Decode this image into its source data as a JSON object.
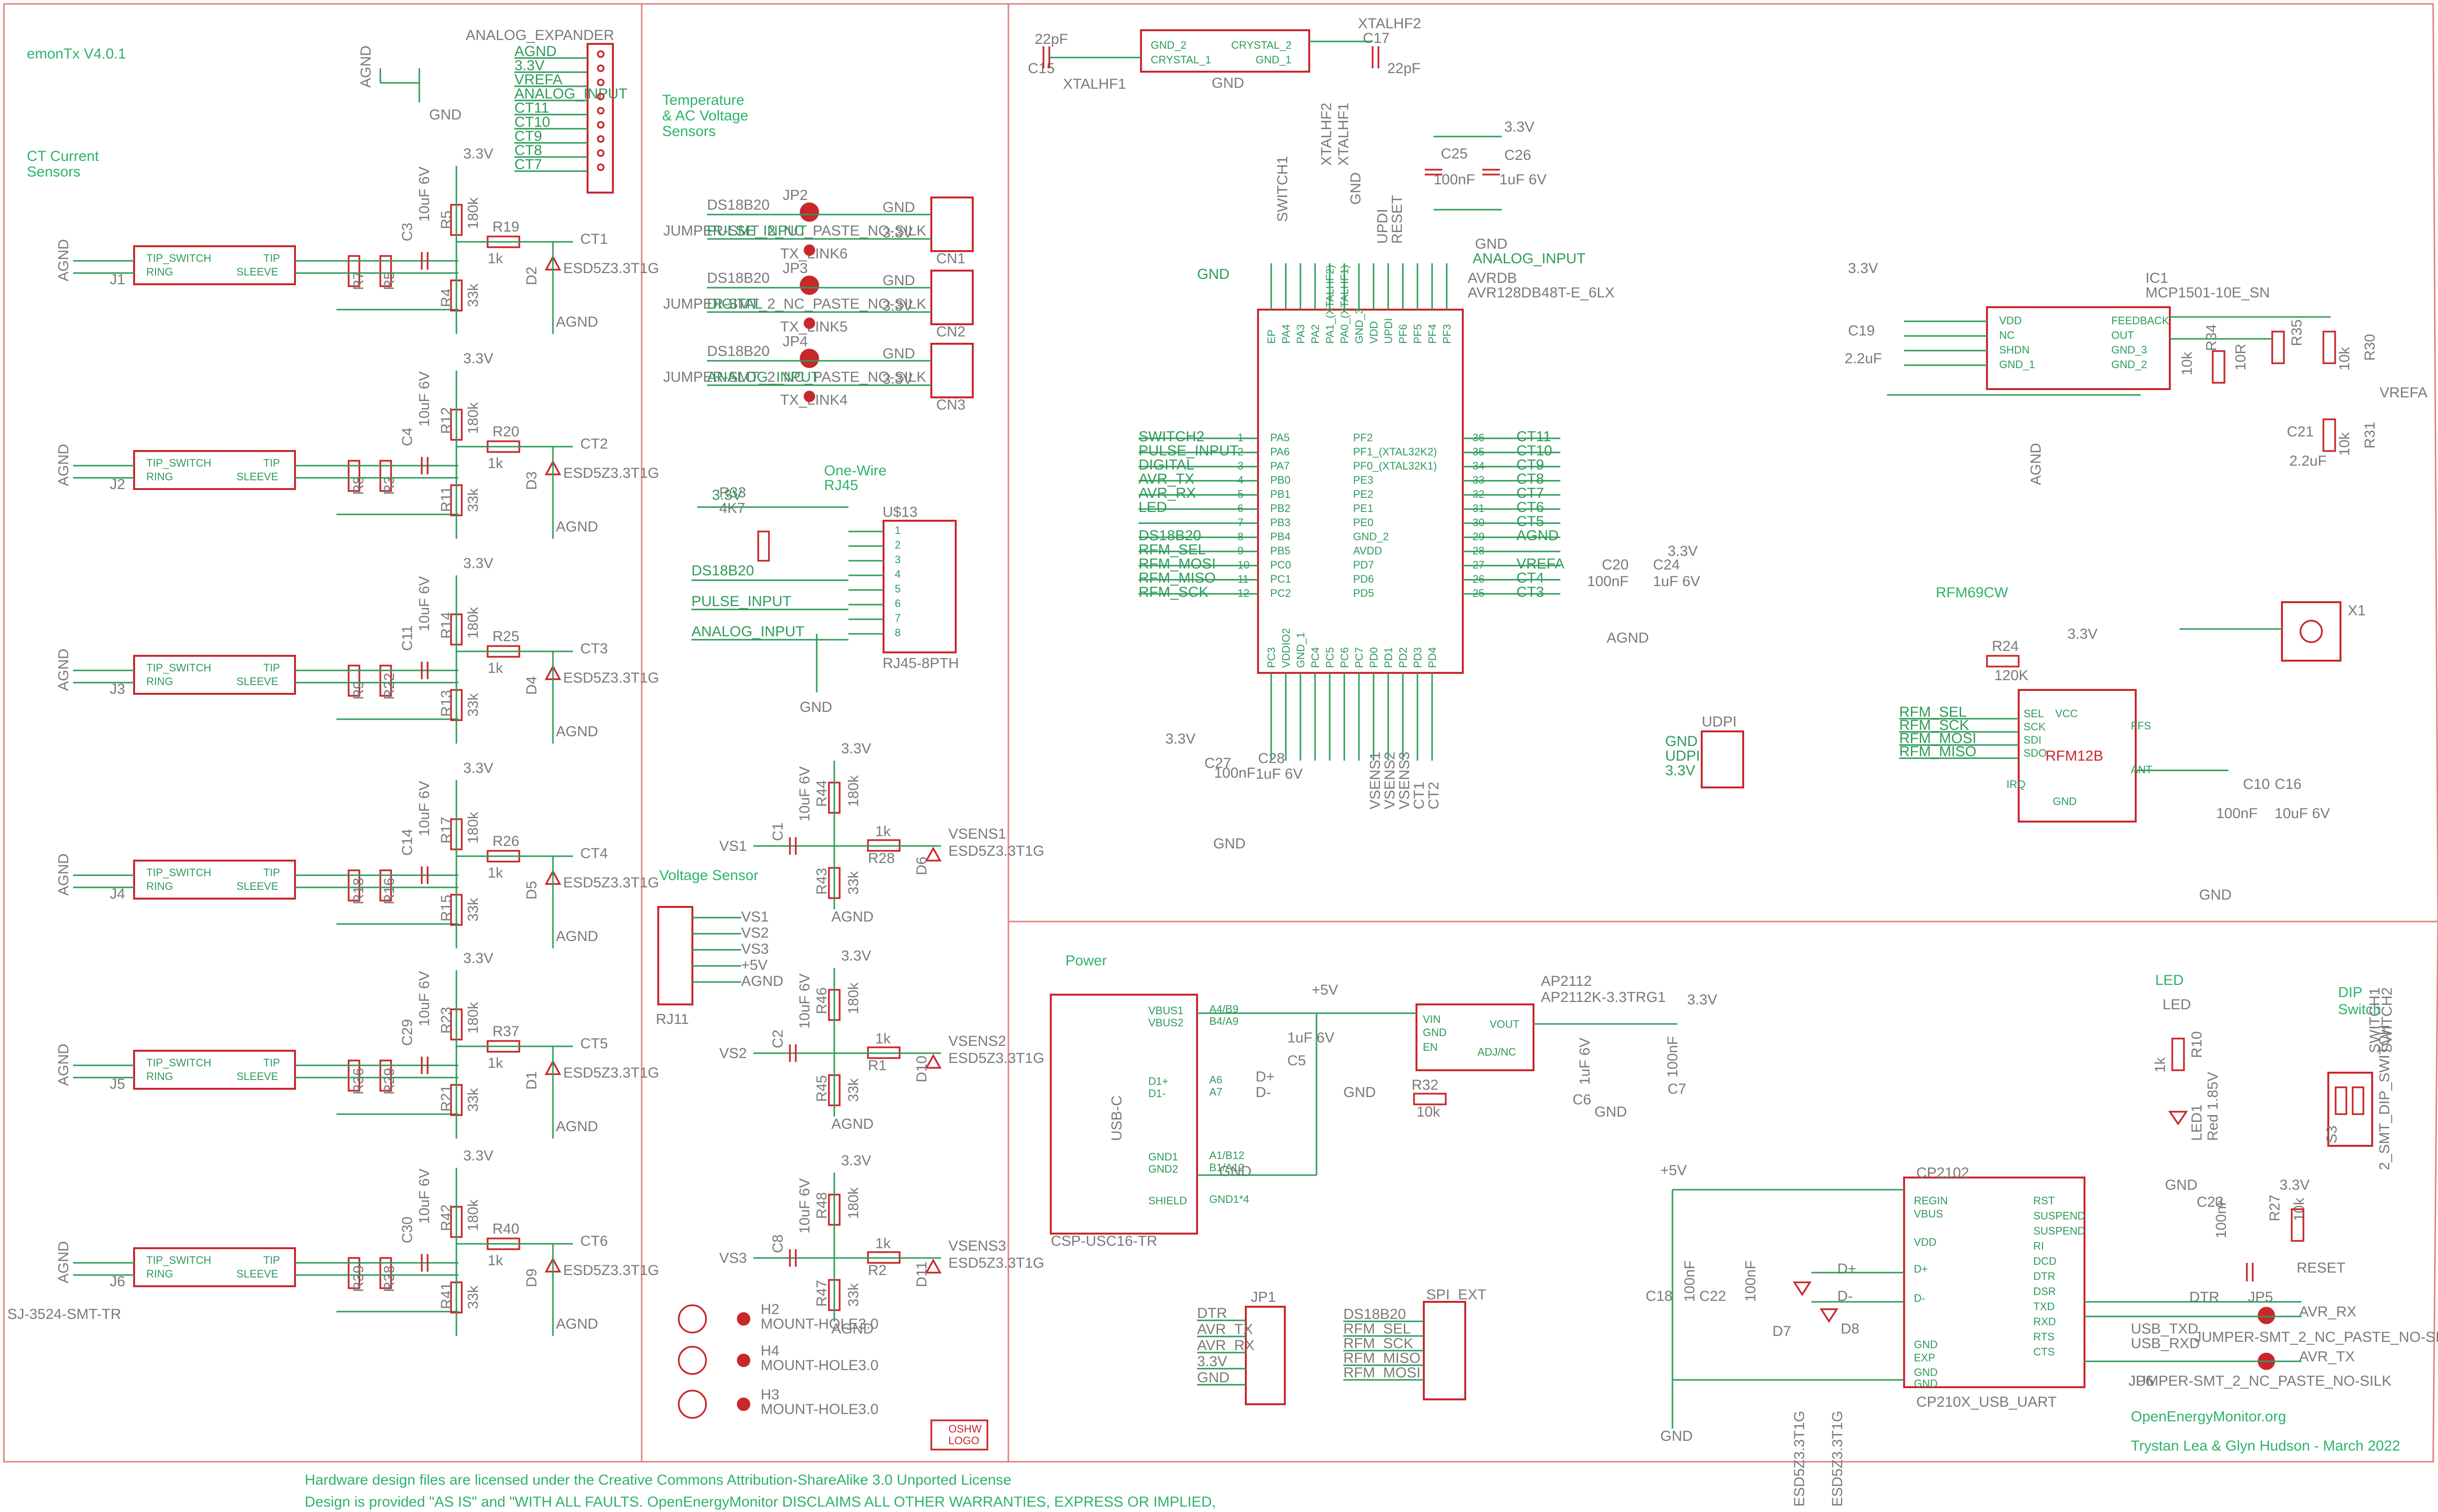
{
  "header": {
    "version": "emonTx V4.0.1",
    "credits": "Trystan Lea & Glyn Hudson  -  March 2022",
    "website": "OpenEnergyMonitor.org"
  },
  "license": {
    "line1": "Hardware design files are licensed under the Creative Commons Attribution-ShareAlike 3.0 Unported License",
    "line2": "Design is provided \"AS IS\" and \"WITH ALL FAULTS. OpenEnergyMonitor DISCLAIMS ALL OTHER WARRANTIES, EXPRESS OR IMPLIED,"
  },
  "sections": {
    "ct": "CT Current Sensors",
    "ct_l1": "CT Current",
    "ct_l2": "Sensors",
    "temp_l1": "Temperature",
    "temp_l2": "& AC Voltage",
    "temp_l3": "Sensors",
    "onewire_l1": "One-Wire",
    "onewire_l2": "RJ45",
    "voltage": "Voltage Sensor",
    "power": "Power",
    "led": "LED",
    "dip_l1": "DIP",
    "dip_l2": "Switch",
    "rfm": "RFM69CW"
  },
  "analog_expander": {
    "title": "ANALOG_EXPANDER",
    "pins": [
      "AGND",
      "3.3V",
      "VREFA",
      "ANALOG_INPUT",
      "CT11",
      "CT10",
      "CT9",
      "CT8",
      "CT7"
    ]
  },
  "ct_channels": [
    {
      "jack": "J1",
      "cap": "C3",
      "cap_val": "10uF 6V",
      "r_top": "R5",
      "r_top_val": "180k",
      "r_bot": "R4",
      "r_bot_val": "33k",
      "r_burden": "R7",
      "r_burden2": "R5",
      "r_series": "R19",
      "r_series_val": "1k",
      "diode": "D2",
      "net": "CT1",
      "gnd": "AGND"
    },
    {
      "jack": "J2",
      "cap": "C4",
      "cap_val": "10uF 6V",
      "r_top": "R12",
      "r_top_val": "180k",
      "r_bot": "R11",
      "r_bot_val": "33k",
      "r_burden": "R8",
      "r_burden2": "R3",
      "r_series": "R20",
      "r_series_val": "1k",
      "diode": "D3",
      "net": "CT2",
      "gnd": "AGND"
    },
    {
      "jack": "J3",
      "cap": "C11",
      "cap_val": "10uF 6V",
      "r_top": "R14",
      "r_top_val": "180k",
      "r_bot": "R13",
      "r_bot_val": "33k",
      "r_burden": "R9",
      "r_burden2": "R22",
      "r_series": "R25",
      "r_series_val": "1k",
      "diode": "D4",
      "net": "CT3",
      "gnd": "AGND"
    },
    {
      "jack": "J4",
      "cap": "C14",
      "cap_val": "10uF 6V",
      "r_top": "R17",
      "r_top_val": "180k",
      "r_bot": "R15",
      "r_bot_val": "33k",
      "r_burden": "R18",
      "r_burden2": "R16",
      "r_series": "R26",
      "r_series_val": "1k",
      "diode": "D5",
      "net": "CT4",
      "gnd": "AGND"
    },
    {
      "jack": "J5",
      "cap": "C29",
      "cap_val": "10uF 6V",
      "r_top": "R23",
      "r_top_val": "180k",
      "r_bot": "R21",
      "r_bot_val": "33k",
      "r_burden": "R36",
      "r_burden2": "R29",
      "r_series": "R37",
      "r_series_val": "1k",
      "diode": "D1",
      "net": "CT5",
      "gnd": "AGND"
    },
    {
      "jack": "J6",
      "cap": "C30",
      "cap_val": "10uF 6V",
      "r_top": "R42",
      "r_top_val": "180k",
      "r_bot": "R41",
      "r_bot_val": "33k",
      "r_burden": "R39",
      "r_burden2": "R38",
      "r_series": "R40",
      "r_series_val": "1k",
      "diode": "D9",
      "net": "CT6",
      "gnd": "AGND"
    }
  ],
  "ct_common": {
    "tvs": "ESD5Z3.3T1G",
    "jack_pins": [
      "TIP_SWITCH",
      "TIP",
      "RING",
      "SLEEVE"
    ],
    "jack_part": "SJ-3524-SMT-TR",
    "vcc": "3.3V",
    "agnd": "AGND",
    "gnd": "GND"
  },
  "temp_sensors": [
    {
      "jp": "JP2",
      "net": "DS18B20",
      "jumper": "JUMPER-SMT_2_NC_PASTE_NO-SILK",
      "func": "PULSE_INPUT",
      "link": "TX_LINK6",
      "conn": "CN1",
      "pins": [
        "GND",
        "3.3V"
      ]
    },
    {
      "jp": "JP3",
      "net": "DS18B20",
      "jumper": "JUMPER-SMT_2_NC_PASTE_NO-SILK",
      "func": "DIGITAL",
      "link": "TX_LINK5",
      "conn": "CN2",
      "pins": [
        "GND",
        "3.3V"
      ]
    },
    {
      "jp": "JP4",
      "net": "DS18B20",
      "jumper": "JUMPER-SMT_2_NC_PASTE_NO-SILK",
      "func": "ANALOG_INPUT",
      "link": "TX_LINK4",
      "conn": "CN3",
      "pins": [
        "GND",
        "3.3V"
      ]
    }
  ],
  "rj45": {
    "ref": "U$13",
    "part": "RJ45-8PTH",
    "resistor": "R33",
    "resistor_val": "4K7",
    "vcc": "3.3V",
    "gnd": "GND",
    "nets": [
      "DS18B20",
      "PULSE_INPUT",
      "ANALOG_INPUT"
    ],
    "pins": [
      "1",
      "2",
      "3",
      "4",
      "5",
      "6",
      "7",
      "8"
    ]
  },
  "voltage_sensor": {
    "conn": "RJ11",
    "pins": [
      "VS1",
      "VS2",
      "VS3",
      "+5V",
      "AGND"
    ],
    "channels": [
      {
        "in": "VS1",
        "cap": "C1",
        "cap_val": "10uF 6V",
        "r_top": "R44",
        "r_top_val": "180k",
        "r_bot": "R43",
        "r_bot_val": "33k",
        "r_series": "R28",
        "r_series_val": "1k",
        "diode": "D6",
        "net": "VSENS1"
      },
      {
        "in": "VS2",
        "cap": "C2",
        "cap_val": "10uF 6V",
        "r_top": "R46",
        "r_top_val": "180k",
        "r_bot": "R45",
        "r_bot_val": "33k",
        "r_series": "R1",
        "r_series_val": "1k",
        "diode": "D10",
        "net": "VSENS2"
      },
      {
        "in": "VS3",
        "cap": "C8",
        "cap_val": "10uF 6V",
        "r_top": "R48",
        "r_top_val": "180k",
        "r_bot": "R47",
        "r_bot_val": "33k",
        "r_series": "R2",
        "r_series_val": "1k",
        "diode": "D11",
        "net": "VSENS3"
      }
    ],
    "tvs": "ESD5Z3.3T1G",
    "vcc": "3.3V",
    "agnd": "AGND"
  },
  "mount_holes": [
    "H2",
    "H4",
    "H3"
  ],
  "mount_label": "MOUNT-HOLE3.0",
  "oshw": {
    "l1": "OSHW",
    "l2": "LOGO"
  },
  "crystal": {
    "c_left": "C15",
    "c_left_val": "22pF",
    "c_right": "C17",
    "c_right_val": "22pF",
    "pins_l": [
      "GND_2",
      "CRYSTAL_1"
    ],
    "pins_r": [
      "CRYSTAL_2",
      "GND_1"
    ],
    "net_l": "XTALHF1",
    "net_r": "XTALHF2",
    "gnd": "GND"
  },
  "mcu": {
    "ref": "AVRDB",
    "part": "AVR128DB48T-E_6LX",
    "top_nets": [
      "SWITCH1",
      "XTALHF2",
      "XTALHF1",
      "GND",
      "UPDI",
      "RESET"
    ],
    "top_pins": [
      "EP",
      "PA4",
      "PA3",
      "PA2",
      "PA1_(XTALHF2)",
      "PA0_(XTALHF1)",
      "GND_3",
      "VDD",
      "UPDI",
      "PF6",
      "PF5",
      "PF4",
      "PF3"
    ],
    "left_pins": [
      "PA5",
      "PA6",
      "PA7",
      "PB0",
      "PB1",
      "PB2",
      "PB3",
      "PB4",
      "PB5",
      "PC0",
      "PC1",
      "PC2"
    ],
    "left_nets": [
      "SWITCH2",
      "PULSE_INPUT",
      "DIGITAL",
      "AVR_TX",
      "AVR_RX",
      "LED",
      "",
      "DS18B20",
      "RFM_SEL",
      "RFM_MOSI",
      "RFM_MISO",
      "RFM_SCK"
    ],
    "right_pins": [
      "PF2",
      "PF1_(XTAL32K2)",
      "PF0_(XTAL32K1)",
      "PE3",
      "PE2",
      "PE1",
      "PE0",
      "GND_2",
      "AVDD",
      "PD7",
      "PD6",
      "PD5"
    ],
    "right_nets": [
      "CT11",
      "CT10",
      "CT9",
      "CT8",
      "CT7",
      "CT6",
      "CT5",
      "AGND",
      "",
      "VREFA",
      "CT4",
      "CT3"
    ],
    "right_nums": [
      "36",
      "35",
      "34",
      "33",
      "32",
      "31",
      "30",
      "29",
      "28",
      "27",
      "26",
      "25"
    ],
    "bottom_pins": [
      "PC3",
      "VDDIO2",
      "GND_1",
      "PC4",
      "PC5",
      "PC6",
      "PC7",
      "PD0",
      "PD1",
      "PD2",
      "PD3",
      "PD4"
    ],
    "bottom_nets": [
      "VSENS1",
      "VSENS2",
      "VSENS3",
      "CT1",
      "CT2"
    ],
    "c25": "C25",
    "c25_val": "100nF",
    "c26": "C26",
    "c26_val": "1uF 6V",
    "c20": "C20",
    "c20_val": "100nF",
    "c24": "C24",
    "c24_val": "1uF 6V",
    "c27": "C27",
    "c27_val": "100nF",
    "c28": "C28",
    "c28_val": "1uF 6V",
    "vcc": "3.3V",
    "gnd": "GND",
    "agnd": "AGND",
    "analog": "ANALOG_INPUT"
  },
  "vref": {
    "ref": "IC1",
    "part": "MCP1501-10E_SN",
    "pins_l": [
      "VDD",
      "NC",
      "SHDN",
      "GND_1"
    ],
    "pins_r": [
      "FEEDBACK",
      "OUT",
      "GND_3",
      "GND_2"
    ],
    "c19": "C19",
    "c19_val": "2.2uF",
    "c21": "C21",
    "c21_val": "2.2uF",
    "r34": "R34",
    "r34_val": "10k",
    "r35": "R35",
    "r35_val": "10R",
    "r30": "R30",
    "r30_val": "10k",
    "r31": "R31",
    "r31_val": "10k",
    "net": "VREFA",
    "vcc": "3.3V",
    "agnd": "AGND"
  },
  "updi": {
    "title": "UDPI",
    "pins": [
      "GND",
      "UDPI",
      "3.3V"
    ]
  },
  "rfm": {
    "part": "RFM12B",
    "r24": "R24",
    "r24_val": "120K",
    "nets": [
      "RFM_SEL",
      "RFM_SCK",
      "RFM_MOSI",
      "RFM_MISO"
    ],
    "pins": [
      "SEL",
      "SCK",
      "SDI",
      "SDO",
      "IRQ",
      "FFS",
      "ANT",
      "VCC",
      "GND"
    ],
    "c10": "C10",
    "c10_val": "100nF",
    "c16": "C16",
    "c16_val": "10uF 6V",
    "ant": "X1",
    "vcc": "3.3V",
    "gnd": "GND"
  },
  "power": {
    "usb_ref": "USB-C",
    "usb_part": "CSP-USC16-TR",
    "usb_pins": [
      "VBUS1",
      "VBUS2",
      "D1+",
      "D1-",
      "GND1",
      "GND2",
      "SHIELD"
    ],
    "usb_pin_nums": [
      "A4/B9",
      "B4/A9",
      "A6",
      "A7",
      "A1/B12",
      "B1/A12",
      "GND1*4"
    ],
    "ldo_ref": "AP2112",
    "ldo_part": "AP2112K-3.3TRG1",
    "ldo_pins": [
      "VIN",
      "GND",
      "EN",
      "VOUT",
      "ADJ/NC"
    ],
    "c5": "C5",
    "c5_val": "1uF 6V",
    "c6": "C6",
    "c6_val": "1uF 6V",
    "c7": "C7",
    "c7_val": "100nF",
    "r32": "R32",
    "r32_val": "10k",
    "v5": "+5V",
    "v33": "3.3V",
    "gnd": "GND",
    "dp": "D+",
    "dm": "D-"
  },
  "led": {
    "ref": "LED1",
    "label": "LED",
    "val": "Red 1.85V",
    "r": "R10",
    "r_val": "1k",
    "gnd": "GND"
  },
  "dip": {
    "ref": "S3",
    "part": "2_SMT_DIP_SWITCH",
    "nets": [
      "SWITCH1",
      "SWITCH2"
    ]
  },
  "usb_uart": {
    "ref": "CP2102",
    "part": "CP210X_USB_UART",
    "pins_l": [
      "REGIN",
      "VBUS",
      "VDD",
      "D+",
      "D-",
      "GND",
      "EXP",
      "GND",
      "GND"
    ],
    "pins_r": [
      "RST",
      "SUSPEND",
      "SUSPEND",
      "RI",
      "DCD",
      "DTR",
      "DSR",
      "TXD",
      "RXD",
      "RTS",
      "CTS"
    ],
    "c18": "C18",
    "c18_val": "100nF",
    "c22": "C22",
    "c22_val": "100nF",
    "c23": "C23",
    "c23_val": "100nF",
    "r27": "R27",
    "r27_val": "10k",
    "d7": "D7",
    "d8": "D8",
    "tvs": "ESD5Z3.3T1G",
    "nets": [
      "DTR",
      "RESET",
      "AVR_RX",
      "AVR_TX",
      "USB_TXD",
      "USB_RXD"
    ],
    "jp5": "JP5",
    "jp6": "JP6",
    "jumper": "JUMPER-SMT_2_NC_PASTE_NO-SILK",
    "v5": "+5V",
    "v33": "3.3V",
    "gnd": "GND"
  },
  "jp1": {
    "ref": "JP1",
    "pins": [
      "DTR",
      "AVR_TX",
      "AVR_RX",
      "3.3V",
      "GND"
    ]
  },
  "spi_ext": {
    "ref": "SPI_EXT",
    "pins": [
      "DS18B20",
      "RFM_SEL",
      "RFM_SCK",
      "RFM_MISO",
      "RFM_MOSI"
    ]
  }
}
